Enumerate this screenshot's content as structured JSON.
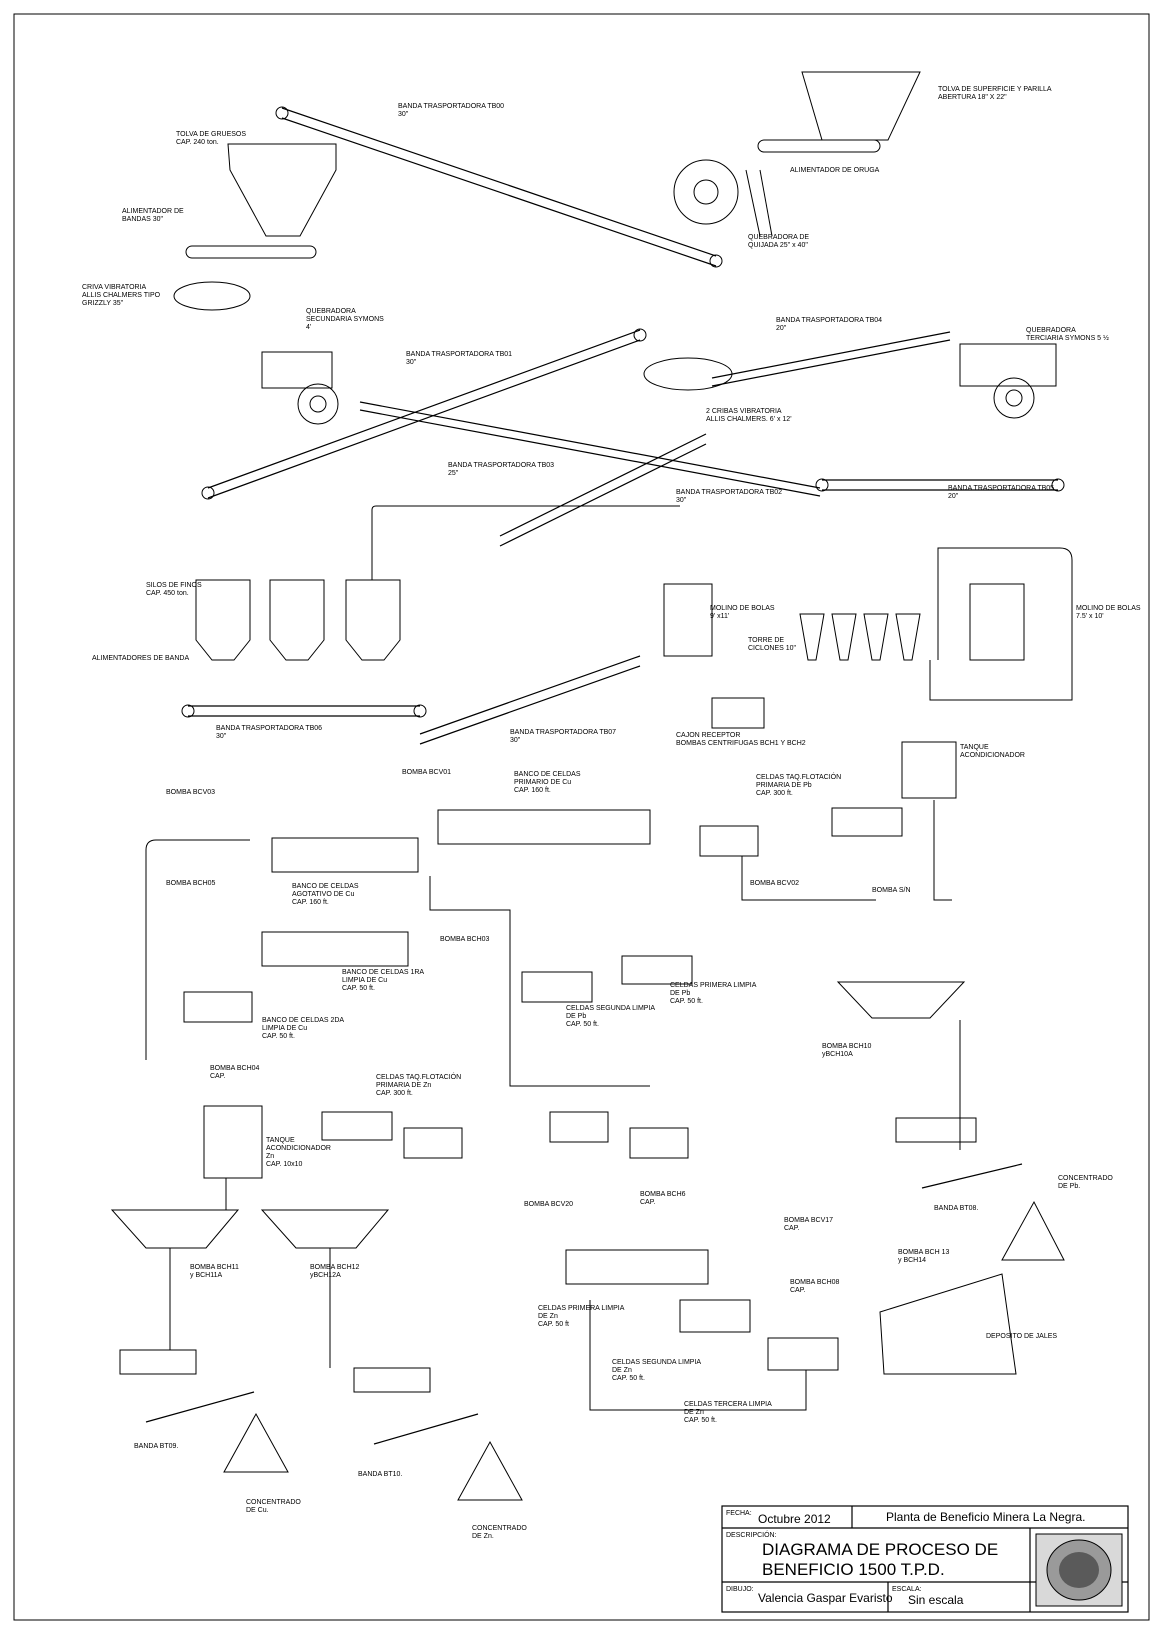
{
  "labels": {
    "tolva_superficie": [
      "TOLVA DE SUPERFICIE Y PARILLA",
      "ABERTURA 18\" X 22\""
    ],
    "banda_tb00": [
      "BANDA TRASPORTADORA TB00",
      "30\""
    ],
    "tolva_gruesos": [
      "TOLVA DE GRUESOS",
      "CAP. 240 ton."
    ],
    "alimentador_oruga": [
      "ALIMENTADOR DE ORUGA"
    ],
    "alimentador_bandas": [
      "ALIMENTADOR DE",
      "BANDAS  30\""
    ],
    "quebradora_quijada": [
      "QUEBRADORA DE",
      "QUIJADA 25\" x 40\""
    ],
    "criva_vibratoria": [
      "CRIVA VIBRATORIA",
      "ALLIS CHALMERS  TIPO",
      "GRIZZLY 35\""
    ],
    "quebradora_secundaria": [
      "QUEBRADORA",
      "SECUNDARIA SYMONS",
      "4'"
    ],
    "banda_tb04": [
      "BANDA TRASPORTADORA TB04",
      "20\""
    ],
    "quebradora_terciaria": [
      "QUEBRADORA",
      "TERCIARIA SYMONS 5 ½"
    ],
    "banda_tb01": [
      "BANDA TRASPORTADORA TB01",
      "30\""
    ],
    "cribas": [
      "2 CRIBAS VIBRATORIA",
      "ALLIS CHALMERS. 6' x 12'"
    ],
    "banda_tb03": [
      "BANDA TRASPORTADORA TB03",
      "25\""
    ],
    "banda_tb02": [
      "BANDA TRASPORTADORA TB02",
      "30\""
    ],
    "banda_tb05": [
      "BANDA TRASPORTADORA TB05",
      "20\""
    ],
    "silos_finos": [
      "SILOS DE FINOS",
      "CAP. 450 ton."
    ],
    "molino_bolas_1": [
      "MOLINO DE BOLAS",
      "9' x11'"
    ],
    "molino_bolas_2": [
      "MOLINO DE BOLAS",
      "7.5' x 10'"
    ],
    "torre_ciclones": [
      "TORRE DE",
      "CICLONES 10\""
    ],
    "alimentadores_banda": [
      "ALIMENTADORES DE BANDA"
    ],
    "cajon_receptor": [
      "CAJON RECEPTOR",
      "BOMBAS CENTRIFUGAS  BCH1 Y BCH2"
    ],
    "banda_tb06": [
      "BANDA TRASPORTADORA TB06",
      "30\""
    ],
    "banda_tb07": [
      "BANDA TRASPORTADORA TB07",
      "30\""
    ],
    "tanque_acondicionador": [
      "TANQUE",
      "ACONDICIONADOR"
    ],
    "bomba_bcv01": [
      "BOMBA BCV01"
    ],
    "banco_primario_cu": [
      "BANCO DE CELDAS",
      "PRIMARIO DE Cu",
      "CAP. 160 ft."
    ],
    "celdas_taq_pb": [
      "CELDAS TAQ.FLOTACIÓN",
      "PRIMARIA DE Pb",
      "CAP. 300 ft."
    ],
    "bomba_bcv03": [
      "BOMBA BCV03"
    ],
    "bomba_bch05": [
      "BOMBA BCH05"
    ],
    "banco_agotativo_cu": [
      "BANCO DE CELDAS",
      "AGOTATIVO DE Cu",
      "CAP. 160 ft."
    ],
    "bomba_bcv02": [
      "BOMBA BCV02"
    ],
    "bomba_sn": [
      "BOMBA S/N"
    ],
    "bomba_bch03": [
      "BOMBA BCH03"
    ],
    "banco_1ra_cu": [
      "BANCO DE CELDAS 1RA",
      "LIMPIA DE Cu",
      "CAP. 50 ft."
    ],
    "celdas_primera_pb": [
      "CELDAS PRIMERA LIMPIA",
      "DE Pb",
      "CAP. 50 ft."
    ],
    "celdas_segunda_pb": [
      "CELDAS SEGUNDA LIMPIA",
      "DE Pb",
      "CAP. 50 ft."
    ],
    "banco_2da_cu": [
      "BANCO DE CELDAS 2DA",
      "LIMPIA DE Cu",
      "CAP. 50 ft."
    ],
    "bomba_bch10": [
      "BOMBA BCH10",
      "yBCH10A"
    ],
    "bomba_bch04": [
      "BOMBA BCH04",
      "CAP."
    ],
    "celdas_taq_zn": [
      "CELDAS TAQ.FLOTACIÓN",
      "PRIMARIA DE Zn",
      "CAP. 300 ft."
    ],
    "tanque_zn": [
      "TANQUE",
      "ACONDICIONADOR",
      "Zn",
      "CAP. 10x10"
    ],
    "bomba_bch6": [
      "BOMBA BCH6",
      "CAP."
    ],
    "concentrado_pb": [
      "CONCENTRADO",
      "DE Pb."
    ],
    "banda_bt08": [
      "BANDA BT08."
    ],
    "bomba_bcv20": [
      "BOMBA BCV20"
    ],
    "bomba_bcv17": [
      "BOMBA BCV17",
      "CAP."
    ],
    "bomba_bch11": [
      "BOMBA BCH11",
      "y BCH11A"
    ],
    "bomba_bch12": [
      "BOMBA BCH12",
      "yBCH12A"
    ],
    "bomba_bch13": [
      "BOMBA BCH 13",
      "y BCH14"
    ],
    "celdas_primera_zn": [
      "CELDAS PRIMERA LIMPIA",
      "DE Zn",
      "CAP. 50 ft"
    ],
    "bomba_bch08": [
      "BOMBA BCH08",
      "CAP."
    ],
    "deposito_jales": [
      "DEPOSITO DE JALES"
    ],
    "celdas_segunda_zn": [
      "CELDAS SEGUNDA LIMPIA",
      "DE Zn",
      "CAP. 50 ft."
    ],
    "celdas_tercera_zn": [
      "CELDAS TERCERA LIMPIA",
      "DE Zn",
      "CAP. 50 ft."
    ],
    "banda_bt09": [
      "BANDA BT09."
    ],
    "banda_bt10": [
      "BANDA BT10."
    ],
    "concentrado_cu": [
      "CONCENTRADO",
      "DE Cu."
    ],
    "concentrado_zn": [
      "CONCENTRADO",
      "DE Zn."
    ]
  },
  "title_block": {
    "fecha_label": "FECHA:",
    "fecha": "Octubre  2012",
    "planta": "Planta de Beneficio Minera La Negra.",
    "descripcion_label": "DESCRIPCIÓN:",
    "titulo_1": "DIAGRAMA DE PROCESO DE",
    "titulo_2": "BENEFICIO 1500 T.P.D.",
    "dibujo_label": "DIBUJO:",
    "dibujo": "Valencia Gaspar Evaristo",
    "escala_label": "ESCALA:",
    "escala": "Sin escala"
  }
}
